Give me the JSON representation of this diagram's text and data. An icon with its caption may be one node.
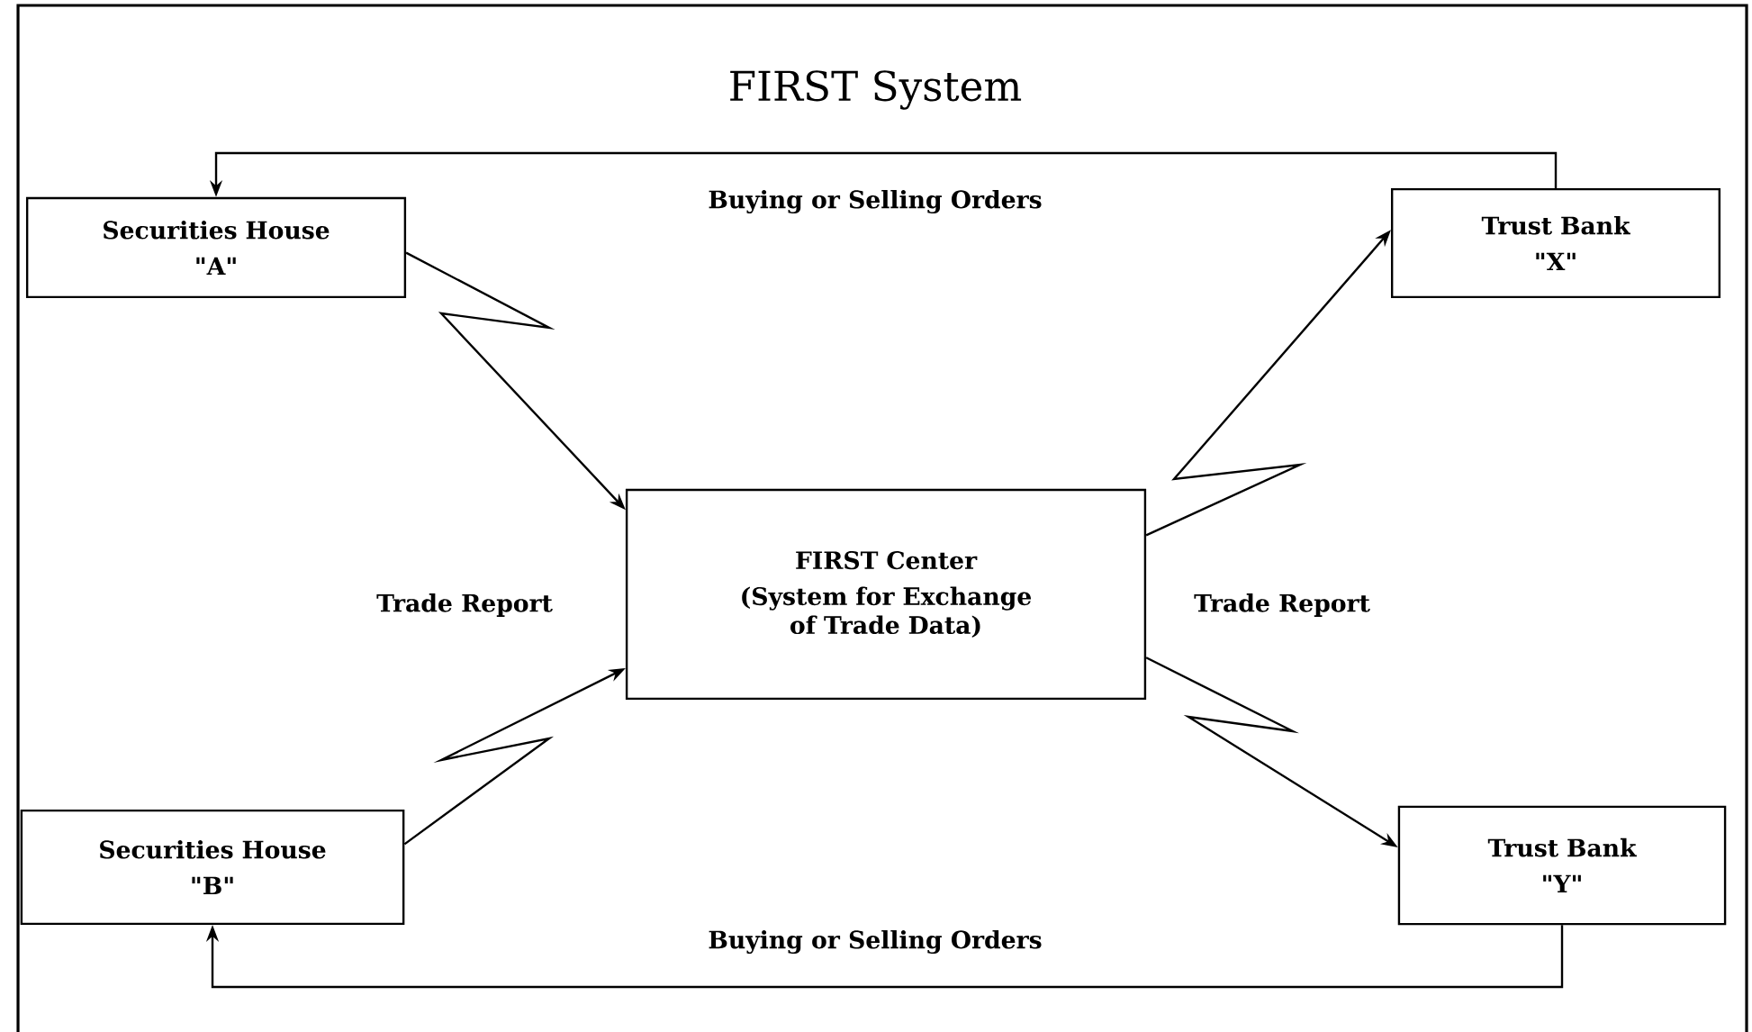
{
  "diagram": {
    "title": "FIRST System",
    "nodes": [
      {
        "text": [
          "Securities House",
          "\"A\""
        ]
      },
      {
        "text": [
          "Trust Bank",
          "\"X\""
        ]
      },
      {
        "text": [
          "FIRST Center",
          "(System for Exchange of Trade Data)"
        ]
      },
      {
        "text": [
          "Securities House",
          "\"B\""
        ]
      },
      {
        "text": [
          "Trust Bank",
          "\"Y\""
        ]
      }
    ],
    "edges": [
      {
        "from": 1,
        "to": 0,
        "arrow": "to",
        "label": "Buying or Selling Orders"
      },
      {
        "from": 0,
        "to": 2,
        "arrow": "to"
      },
      {
        "from": 3,
        "to": 2,
        "arrow": "to"
      },
      {
        "from": 2,
        "to": 1,
        "arrow": "to"
      },
      {
        "from": 2,
        "to": 4,
        "arrow": "to"
      },
      {
        "from": 4,
        "to": 3,
        "arrow": "to",
        "label": "Buying or Selling Orders"
      }
    ],
    "labels": [
      "Trade Report",
      "Trade Report"
    ]
  }
}
